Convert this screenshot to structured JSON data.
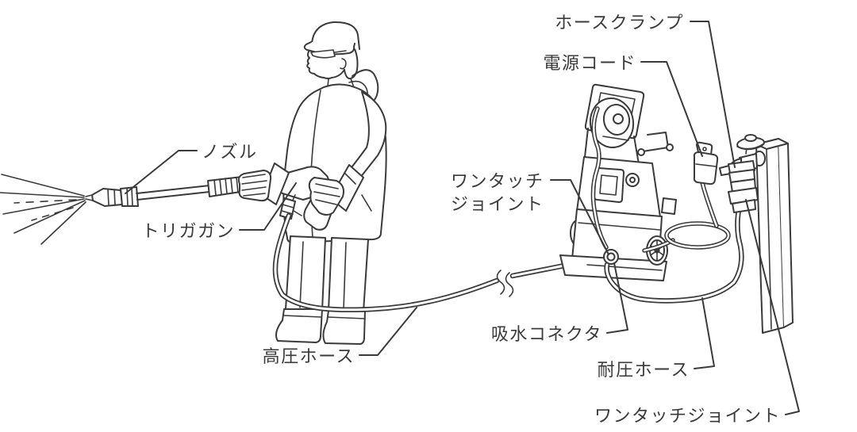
{
  "diagram": {
    "labels": {
      "hose_clamp": "ホースクランプ",
      "power_cord": "電源コード",
      "nozzle": "ノズル",
      "trigger_gun": "トリガガン",
      "one_touch_joint_line1": "ワンタッチ",
      "one_touch_joint_line2": "ジョイント",
      "water_intake_connector": "吸水コネクタ",
      "high_pressure_hose": "高圧ホース",
      "pressure_hose": "耐圧ホース",
      "one_touch_joint_tap": "ワンタッチジョイント"
    },
    "colors": {
      "line": "#3a3a3a",
      "background": "#ffffff"
    }
  }
}
